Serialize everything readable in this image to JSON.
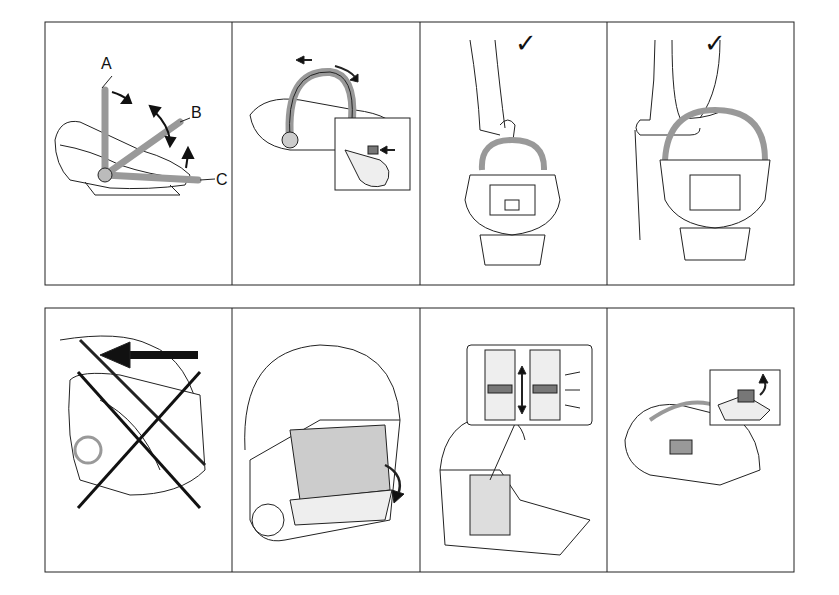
{
  "diagram": {
    "labels": [
      "A",
      "B",
      "C",
      "✓",
      "✓"
    ]
  }
}
